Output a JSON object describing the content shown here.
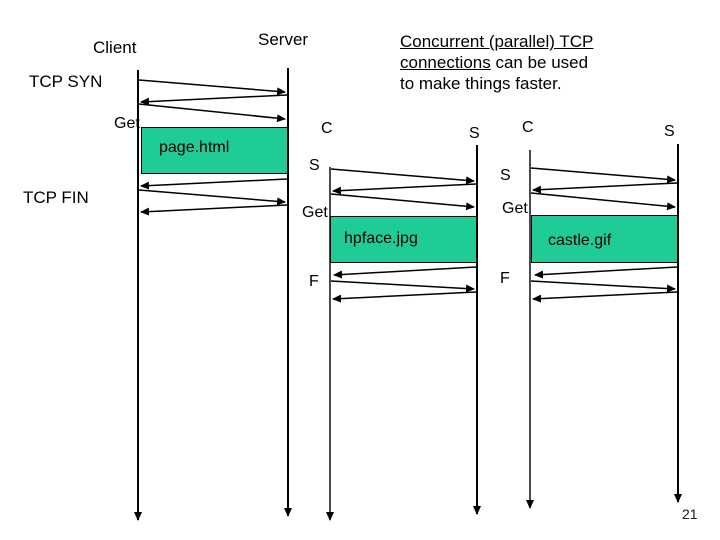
{
  "note": {
    "line1": "Concurrent (parallel) TCP",
    "line2_underlined": "connections",
    "line2_rest": " can be used",
    "line3": "to make things faster."
  },
  "connection1": {
    "client_label": "Client",
    "server_label": "Server",
    "syn_label": "TCP SYN",
    "get_label": "Get",
    "file_label": "page.html",
    "fin_label": "TCP FIN"
  },
  "connection2": {
    "client_label": "C",
    "server_label": "S",
    "syn_label": "S",
    "get_label": "Get",
    "file_label": "hpface.jpg",
    "fin_label": "F"
  },
  "connection3": {
    "client_label": "C",
    "server_label": "S",
    "syn_label": "S",
    "get_label": "Get",
    "file_label": "castle.gif",
    "fin_label": "F"
  },
  "page_number": "21",
  "colors": {
    "box_fill": "#1fcb96",
    "box_border": "#000000",
    "line": "#000000"
  }
}
